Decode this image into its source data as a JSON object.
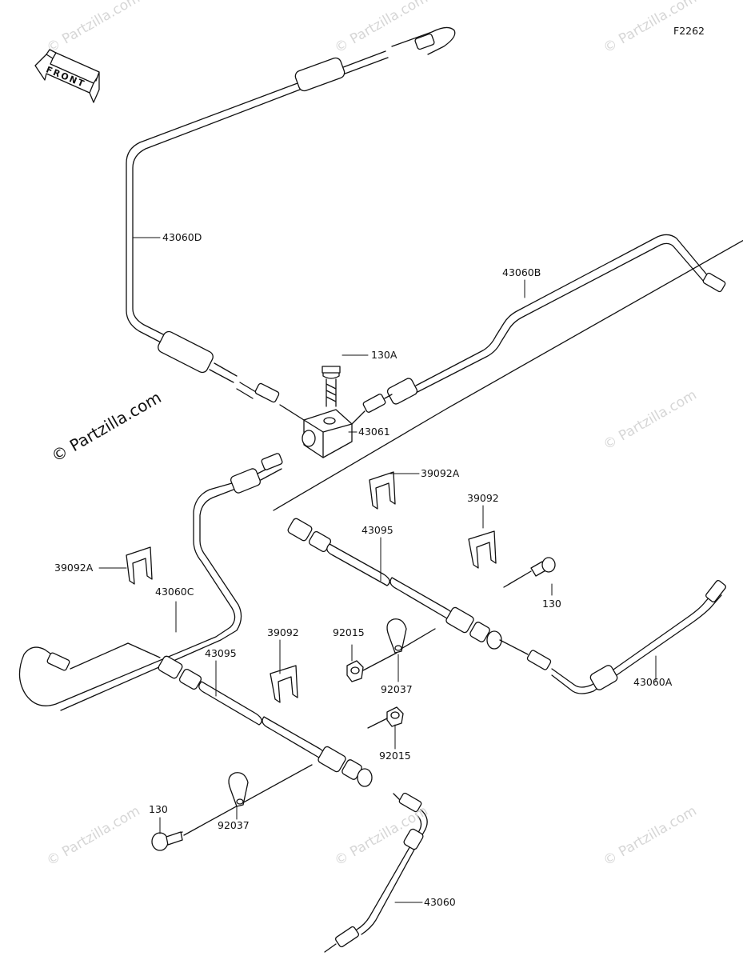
{
  "diagram_code": "F2262",
  "front_label": "FRONT",
  "watermark_main": "© Partzilla.com",
  "watermark_faint": "© Partzilla.com",
  "parts": {
    "p43060D": "43060D",
    "p43060B": "43060B",
    "p130A": "130A",
    "p43061": "43061",
    "p39092A_top": "39092A",
    "p39092_right": "39092",
    "p43095_right": "43095",
    "p39092A_left": "39092A",
    "p43060C": "43060C",
    "p130_right": "130",
    "p39092_mid": "39092",
    "p92015_top": "92015",
    "p43095_left": "43095",
    "p92037_top": "92037",
    "p43060A": "43060A",
    "p92015_bottom": "92015",
    "p130_left": "130",
    "p92037_bottom": "92037",
    "p43060": "43060"
  }
}
